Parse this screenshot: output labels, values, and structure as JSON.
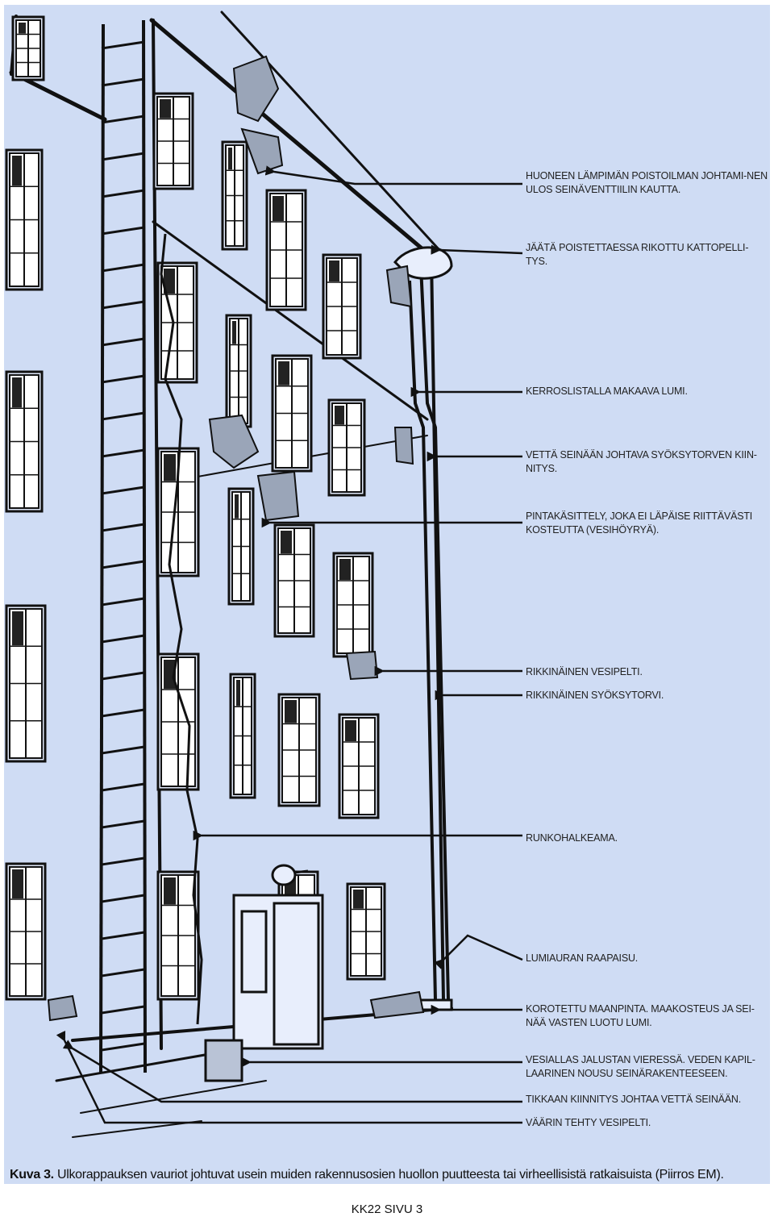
{
  "labels": [
    {
      "id": "exhaust",
      "text": "HUONEEN LÄMPIMÄN POISTOILMAN JOHTAMI-NEN ULOS SEINÄVENTTIILIN KAUTTA."
    },
    {
      "id": "roof",
      "text": "JÄÄTÄ POISTETTAESSA RIKOTTU KATTOPELLI-TYS."
    },
    {
      "id": "snow-ledge",
      "text": "KERROSLISTALLA MAKAAVA LUMI."
    },
    {
      "id": "pipe-fix",
      "text": "VETTÄ SEINÄÄN JOHTAVA SYÖKSYTORVEN KIIN-NITYS."
    },
    {
      "id": "coating",
      "text": "PINTAKÄSITTELY, JOKA EI LÄPÄISE RIITTÄVÄSTI KOSTEUTTA (VESIHÖYRYÄ)."
    },
    {
      "id": "flashing",
      "text": "RIKKINÄINEN VESIPELTI."
    },
    {
      "id": "downpipe",
      "text": "RIKKINÄINEN SYÖKSYTORVI."
    },
    {
      "id": "frame-crack",
      "text": "RUNKOHALKEAMA."
    },
    {
      "id": "plow",
      "text": "LUMIAURAN RAAPAISU."
    },
    {
      "id": "ground",
      "text": "KOROTETTU MAANPINTA. MAAKOSTEUS JA SEI-NÄÄ VASTEN LUOTU LUMI."
    },
    {
      "id": "puddle",
      "text": "VESIALLAS JALUSTAN VIERESSÄ. VEDEN KAPIL-LAARINEN NOUSU SEINÄRAKENTEESEEN."
    },
    {
      "id": "tight-fix",
      "text": "TIKKAAN KIINNITYS JOHTAA VETTÄ SEINÄÄN."
    },
    {
      "id": "wrong-flashing",
      "text": "VÄÄRIN TEHTY VESIPELTI."
    }
  ],
  "caption": {
    "bold": "Kuva 3.",
    "text": " Ulkorappauksen vauriot johtuvat usein muiden rakennusosien huollon puutteesta tai virheellisistä ratkaisuista (Piirros EM)."
  },
  "footer": "KK22 SIVU 3",
  "colors": {
    "panel": "#cfdcf4",
    "ink": "#111111",
    "text": "#222222"
  }
}
